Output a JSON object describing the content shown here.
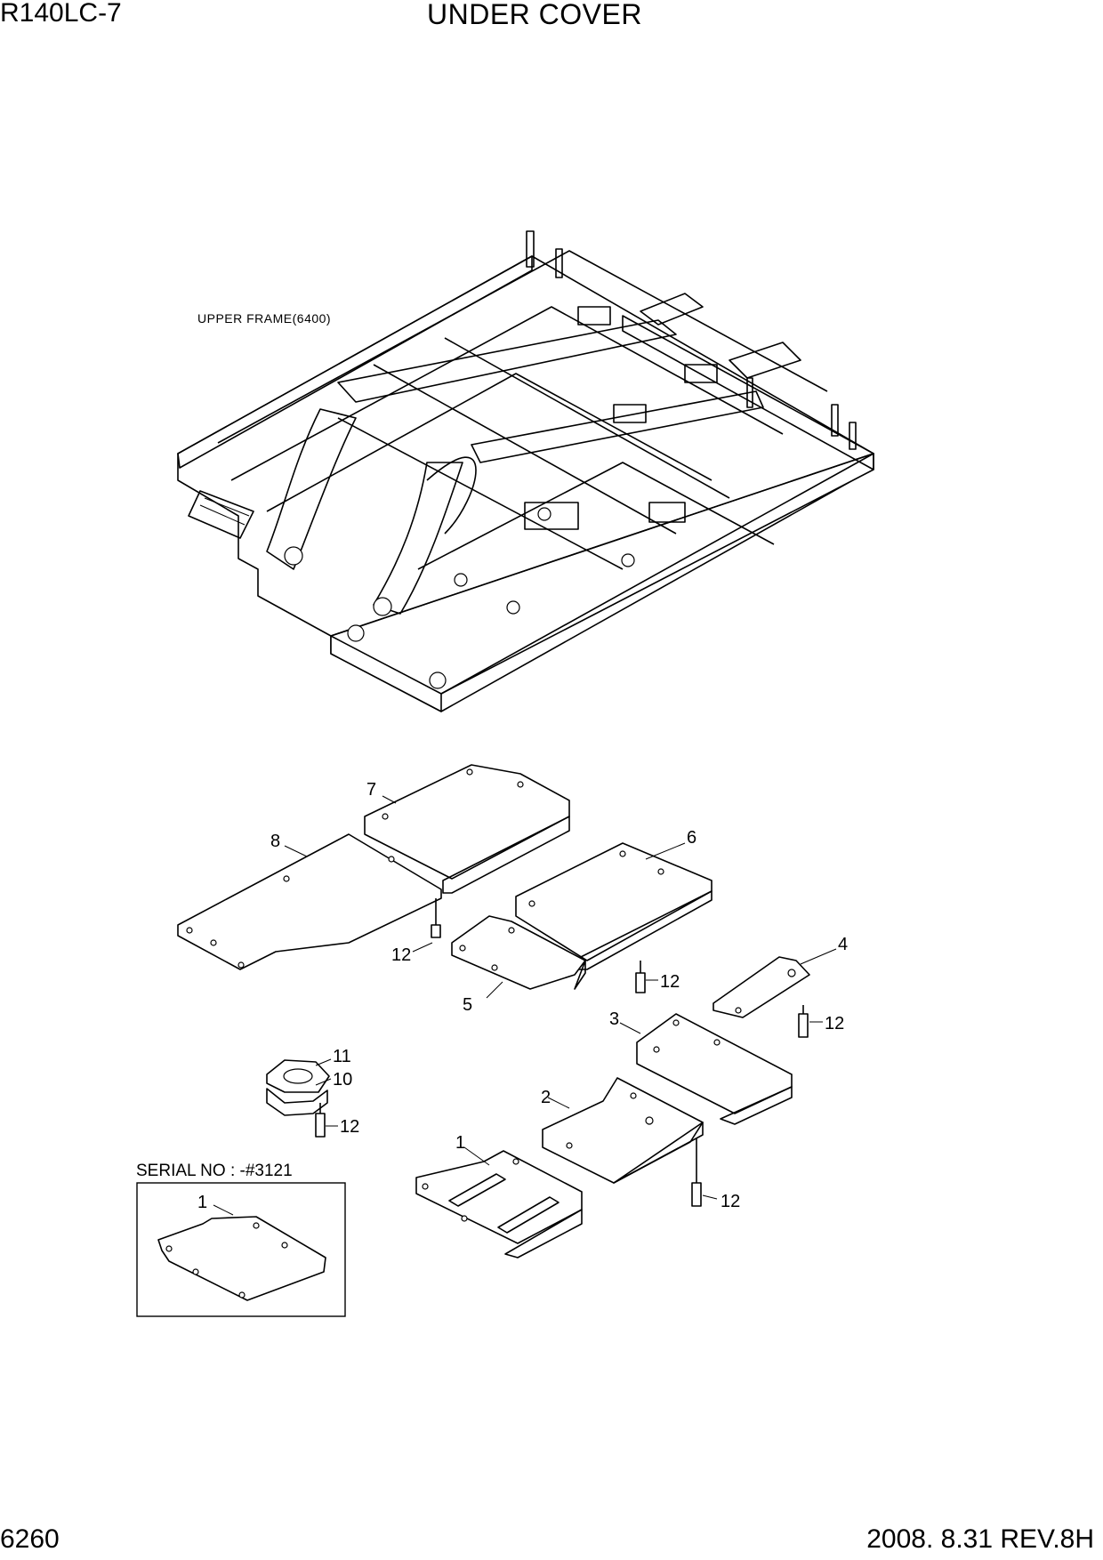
{
  "header": {
    "model": "R140LC-7",
    "title": "UNDER COVER"
  },
  "footer": {
    "page": "6260",
    "date_rev": "2008. 8.31  REV.8H"
  },
  "frame": {
    "label": "UPPER FRAME(6400)"
  },
  "inset": {
    "serial": "SERIAL NO : -#3121",
    "part": "1"
  },
  "callouts": {
    "p1": "1",
    "p2": "2",
    "p3": "3",
    "p4": "4",
    "p5": "5",
    "p6": "6",
    "p7": "7",
    "p8": "8",
    "p10": "10",
    "p11": "11",
    "b_8": "12",
    "b_6": "12",
    "b_4": "12",
    "b_10": "12",
    "b_2": "12"
  }
}
